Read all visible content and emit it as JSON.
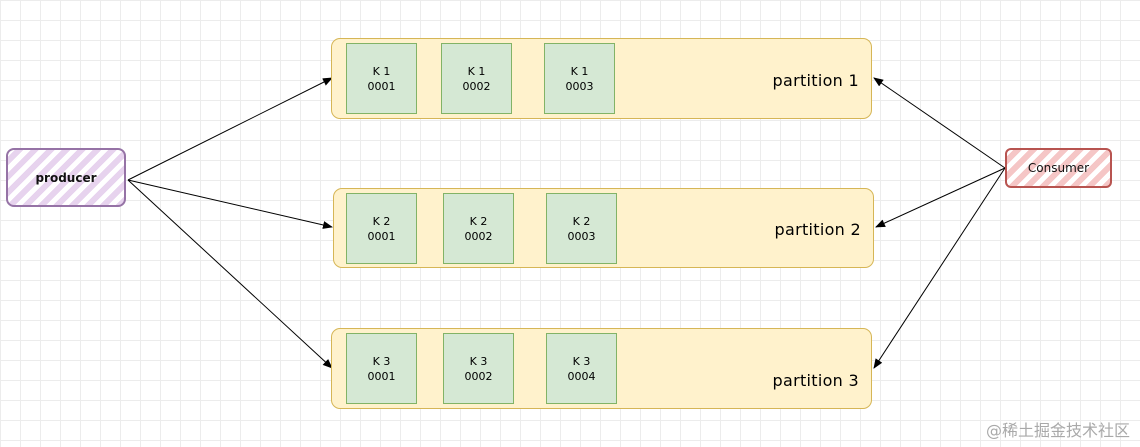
{
  "producer": {
    "label": "producer"
  },
  "consumer": {
    "label": "Consumer"
  },
  "partitions": [
    {
      "label": "partition 1",
      "messages": [
        {
          "key": "K 1",
          "id": "0001"
        },
        {
          "key": "K 1",
          "id": "0002"
        },
        {
          "key": "K 1",
          "id": "0003"
        }
      ]
    },
    {
      "label": "partition 2",
      "messages": [
        {
          "key": "K 2",
          "id": "0001"
        },
        {
          "key": "K 2",
          "id": "0002"
        },
        {
          "key": "K 2",
          "id": "0003"
        }
      ]
    },
    {
      "label": "partition 3",
      "messages": [
        {
          "key": "K 3",
          "id": "0001"
        },
        {
          "key": "K 3",
          "id": "0002"
        },
        {
          "key": "K 3",
          "id": "0004"
        }
      ]
    }
  ],
  "watermark": "@稀土掘金技术社区",
  "colors": {
    "producer_stroke": "#9673a6",
    "producer_fill": "#e1d5e7",
    "consumer_stroke": "#b85450",
    "consumer_fill": "#f8cecc",
    "partition_fill": "#fff2cc",
    "partition_stroke": "#d6b656",
    "message_fill": "#d5e8d4",
    "message_stroke": "#82b366"
  }
}
